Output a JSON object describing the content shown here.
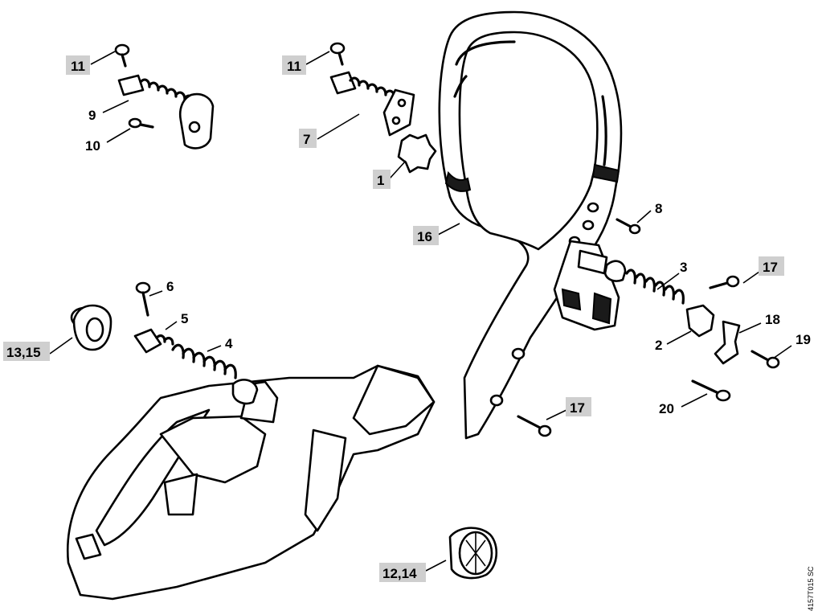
{
  "diagram": {
    "type": "exploded-parts-diagram",
    "drawing_ref": "4157T015 SC",
    "callouts": {
      "c1": "1",
      "c2": "2",
      "c3": "3",
      "c4": "4",
      "c5": "5",
      "c6": "6",
      "c7": "7",
      "c8": "8",
      "c9": "9",
      "c10": "10",
      "c11a": "11",
      "c11b": "11",
      "c12_14": "12,14",
      "c13_15": "13,15",
      "c16": "16",
      "c17a": "17",
      "c17b": "17",
      "c18": "18",
      "c19": "19",
      "c20": "20"
    }
  }
}
